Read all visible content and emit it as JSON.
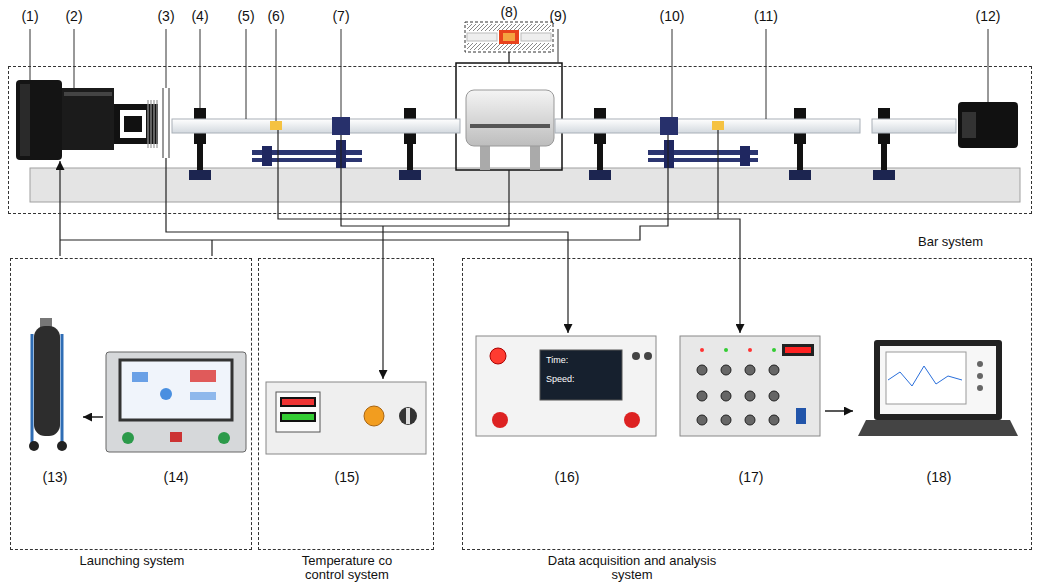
{
  "diagram": {
    "nodes": [
      {
        "text": [
          "Bar system"
        ]
      },
      {
        "text": [
          "Launching system"
        ]
      },
      {
        "text": [
          "(13)"
        ],
        "in": 1
      },
      {
        "text": [
          "(14)"
        ],
        "in": 1
      },
      {
        "text": [
          "Temperature co control system"
        ]
      },
      {
        "text": [
          "(15)"
        ],
        "in": 4
      },
      {
        "text": [
          "Data acquisition and analysis system"
        ]
      },
      {
        "text": [
          "(16)"
        ],
        "in": 6
      },
      {
        "text": [
          "(17)"
        ],
        "in": 6
      },
      {
        "text": [
          "(18)"
        ],
        "in": 6
      }
    ],
    "edges": [
      {
        "from": 3,
        "to": 2,
        "arrow": "to"
      },
      {
        "from": 8,
        "to": 9,
        "arrow": "to"
      }
    ],
    "labels": [
      "(1)",
      "(2)",
      "(3)",
      "(4)",
      "(5)",
      "(6)",
      "(7)",
      "(8)",
      "(9)",
      "(10)",
      "(11)",
      "(12)",
      "Time:",
      "Speed:"
    ]
  }
}
